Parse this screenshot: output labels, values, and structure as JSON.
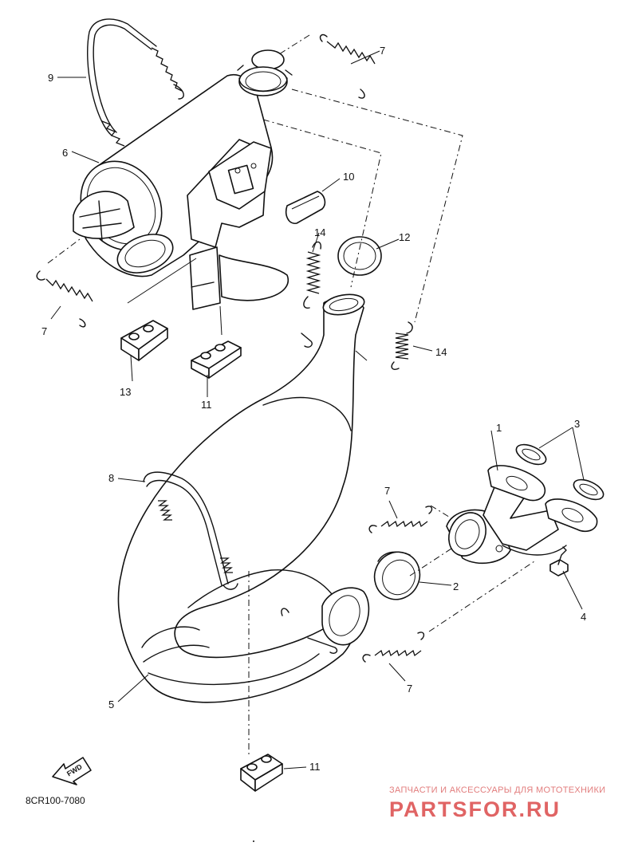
{
  "diagram": {
    "callouts": {
      "c1": "1",
      "c2": "2",
      "c3": "3",
      "c4": "4",
      "c5": "5",
      "c6": "6",
      "c7a": "7",
      "c7b": "7",
      "c7c": "7",
      "c7d": "7",
      "c8": "8",
      "c9": "9",
      "c10": "10",
      "c11a": "11",
      "c11b": "11",
      "c12": "12",
      "c13": "13",
      "c14a": "14",
      "c14b": "14"
    },
    "fwd_label": "FWD",
    "drawing_code": "8CR100-7080"
  },
  "watermark": {
    "tagline": "ЗАПЧАСТИ И АКСЕССУАРЫ ДЛЯ МОТОТЕХНИКИ",
    "brand": "PARTSFOR.RU",
    "color": "#e06464"
  }
}
